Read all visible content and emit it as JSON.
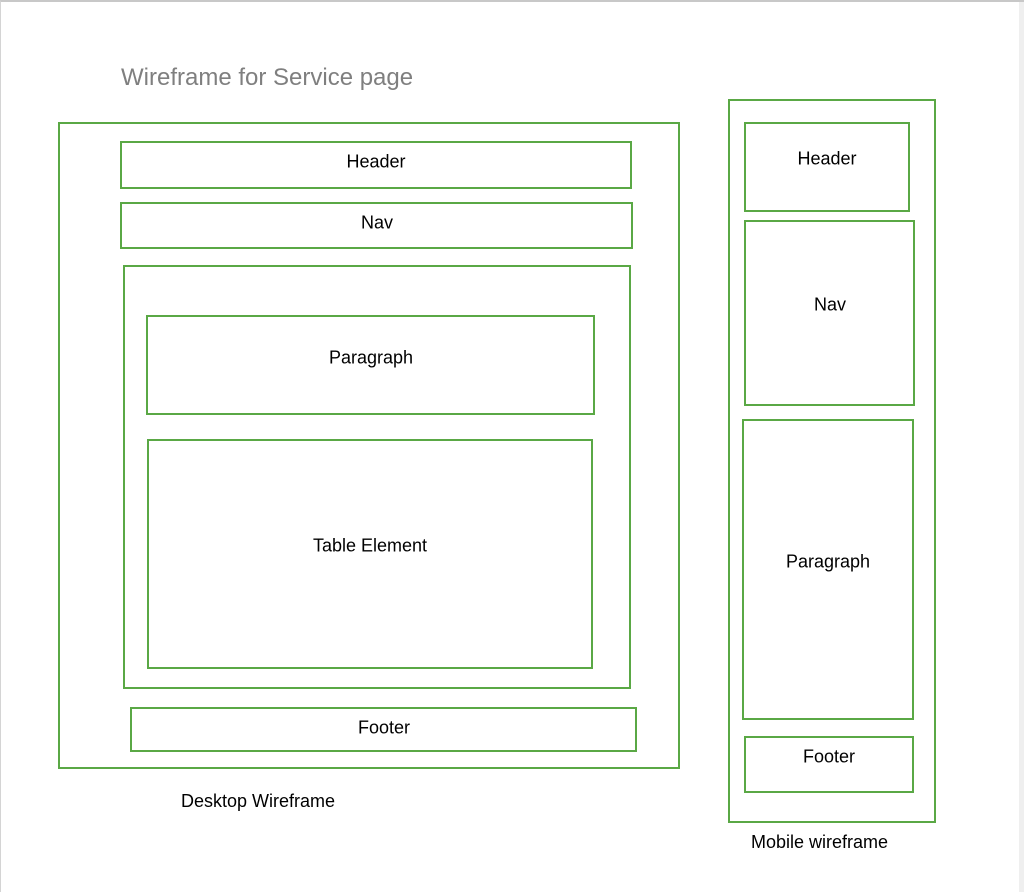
{
  "title": "Wireframe for Service page",
  "desktop": {
    "caption": "Desktop Wireframe",
    "header": "Header",
    "nav": "Nav",
    "paragraph": "Paragraph",
    "table": "Table Element",
    "footer": "Footer"
  },
  "mobile": {
    "caption": "Mobile wireframe",
    "header": "Header",
    "nav": "Nav",
    "paragraph": "Paragraph",
    "footer": "Footer"
  },
  "colors": {
    "box_stroke": "#5aa845",
    "title_text": "#7f7f7f"
  }
}
